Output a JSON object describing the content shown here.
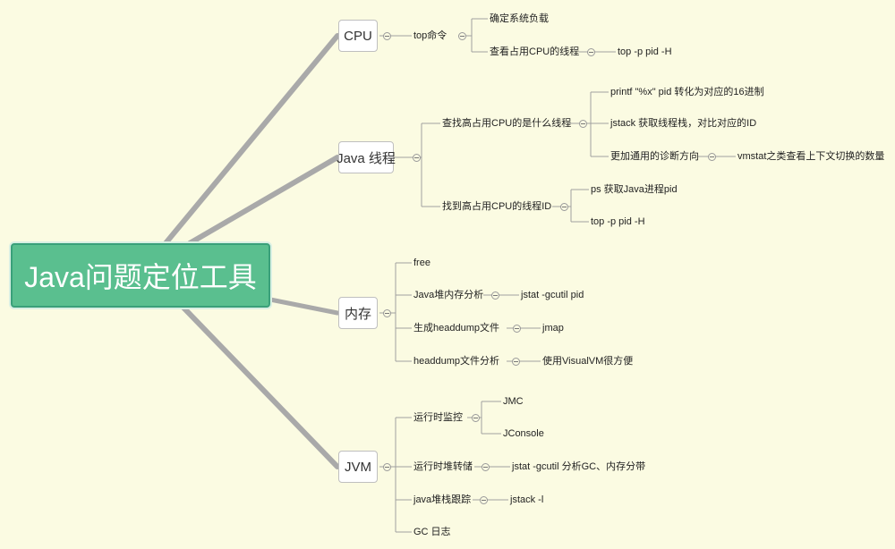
{
  "root": {
    "label": "Java问题定位工具"
  },
  "topics": {
    "cpu": {
      "label": "CPU",
      "top": {
        "label": "top命令",
        "load": "确定系统负载",
        "view_thread": "查看占用CPU的线程",
        "view_thread_cmd": "top -p pid -H"
      }
    },
    "java_thread": {
      "label": "Java 线程",
      "find_thread": {
        "label": "查找高占用CPU的是什么线程",
        "printf": "printf \"%x\" pid 转化为对应的16进制",
        "jstack": "jstack 获取线程栈，对比对应的ID",
        "general": "更加通用的诊断方向",
        "general_child": "vmstat之类查看上下文切换的数量"
      },
      "find_id": {
        "label": "找到高占用CPU的线程ID",
        "ps": "ps 获取Java进程pid",
        "top": "top -p pid -H"
      }
    },
    "memory": {
      "label": "内存",
      "free": "free",
      "heap_analysis": "Java堆内存分析",
      "heap_analysis_child": "jstat -gcutil pid",
      "headdump_gen": "生成headdump文件",
      "headdump_gen_child": "jmap",
      "headdump_analysis": "headdump文件分析",
      "headdump_analysis_child": "使用VisualVM很方便"
    },
    "jvm": {
      "label": "JVM",
      "runtime_monitor": "运行时监控",
      "jmc": "JMC",
      "jconsole": "JConsole",
      "heap_dump": "运行时堆转储",
      "heap_dump_child": "jstat -gcutil 分析GC、内存分带",
      "stack_trace": "java堆栈跟踪",
      "stack_trace_child": "jstack -l",
      "gc_log": "GC 日志"
    }
  }
}
